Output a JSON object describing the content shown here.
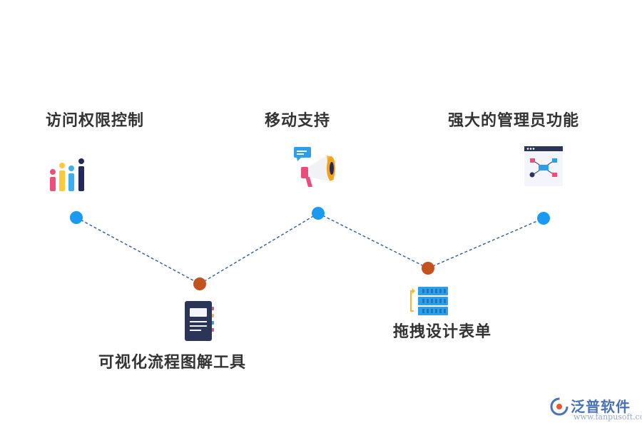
{
  "features": {
    "access_control": "访问权限控制",
    "mobile_support": "移动支持",
    "admin_functions": "强大的管理员功能",
    "flowchart_tool": "可视化流程图解工具",
    "drag_form_design": "拖拽设计表单"
  },
  "icons": {
    "access_control": "bar-chart-icon",
    "mobile_support": "megaphone-icon",
    "admin_functions": "flowchart-window-icon",
    "flowchart_tool": "document-icon",
    "drag_form_design": "server-stack-icon"
  },
  "colors": {
    "node_top": "#1a9af0",
    "node_bottom": "#c2521e",
    "connector": "#2f5f8a"
  },
  "brand": {
    "name": "泛普软件",
    "url": "www.fanpusoft.com"
  }
}
